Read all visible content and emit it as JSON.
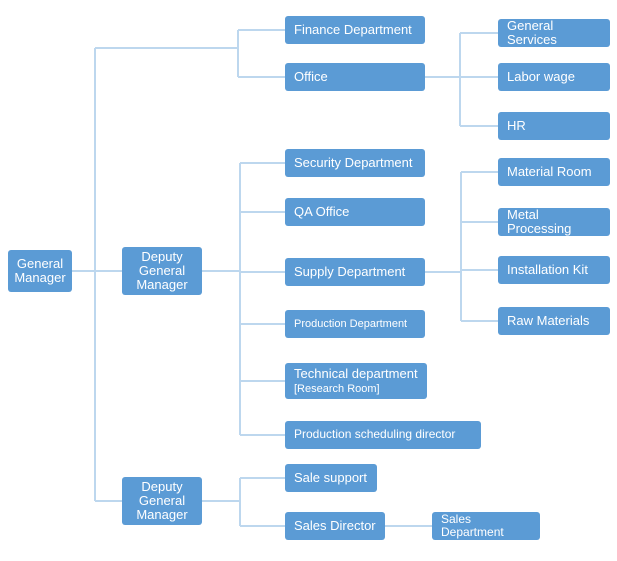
{
  "diagram": {
    "type": "org-chart",
    "colors": {
      "node_fill": "#5B9BD5",
      "node_text": "#FFFFFF",
      "connector": "#BDD7EE",
      "background": "#FFFFFF"
    },
    "nodes": {
      "general_manager": {
        "label": "General Manager"
      },
      "deputy_gm_1": {
        "label": "Deputy General Manager"
      },
      "deputy_gm_2": {
        "label": "Deputy General Manager"
      },
      "finance": {
        "label": "Finance Department"
      },
      "office": {
        "label": "Office"
      },
      "general_services": {
        "label": "General Services"
      },
      "labor_wage": {
        "label": "Labor wage"
      },
      "hr": {
        "label": "HR"
      },
      "security": {
        "label": "Security Department"
      },
      "qa_office": {
        "label": "QA Office"
      },
      "supply": {
        "label": "Supply Department"
      },
      "material_room": {
        "label": "Material Room"
      },
      "metal_processing": {
        "label": "Metal Processing"
      },
      "installation_kit": {
        "label": "Installation Kit"
      },
      "raw_materials": {
        "label": "Raw Materials"
      },
      "production_department": {
        "label": "Production Department"
      },
      "technical_department": {
        "label": "Technical department",
        "sublabel": "[Research Room]"
      },
      "production_scheduling_director": {
        "label": "Production scheduling director"
      },
      "sale_support": {
        "label": "Sale support"
      },
      "sales_director": {
        "label": "Sales Director"
      },
      "sales_department": {
        "label": "Sales Department"
      }
    },
    "edges": [
      {
        "from": "general_manager",
        "to": "finance"
      },
      {
        "from": "general_manager",
        "to": "office"
      },
      {
        "from": "general_manager",
        "to": "deputy_gm_1"
      },
      {
        "from": "general_manager",
        "to": "deputy_gm_2"
      },
      {
        "from": "office",
        "to": "general_services"
      },
      {
        "from": "office",
        "to": "labor_wage"
      },
      {
        "from": "office",
        "to": "hr"
      },
      {
        "from": "deputy_gm_1",
        "to": "security"
      },
      {
        "from": "deputy_gm_1",
        "to": "qa_office"
      },
      {
        "from": "deputy_gm_1",
        "to": "supply"
      },
      {
        "from": "deputy_gm_1",
        "to": "production_department"
      },
      {
        "from": "deputy_gm_1",
        "to": "technical_department"
      },
      {
        "from": "deputy_gm_1",
        "to": "production_scheduling_director"
      },
      {
        "from": "supply",
        "to": "material_room"
      },
      {
        "from": "supply",
        "to": "metal_processing"
      },
      {
        "from": "supply",
        "to": "installation_kit"
      },
      {
        "from": "supply",
        "to": "raw_materials"
      },
      {
        "from": "deputy_gm_2",
        "to": "sale_support"
      },
      {
        "from": "deputy_gm_2",
        "to": "sales_director"
      },
      {
        "from": "sales_director",
        "to": "sales_department"
      }
    ]
  }
}
